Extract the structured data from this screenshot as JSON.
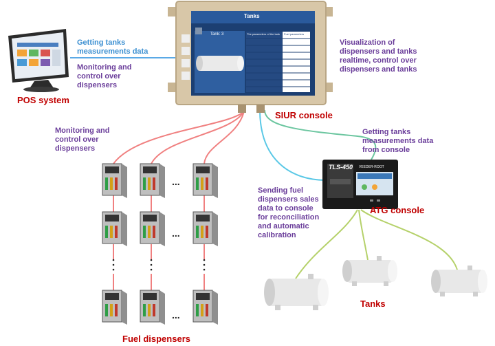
{
  "labels": {
    "pos_data": "Getting tanks\nmeasurements data",
    "pos_monitor": "Monitoring and\ncontrol over\ndispensers",
    "pos_system": "POS system",
    "visualization": "Visualization of\ndispensers and tanks\nrealtime, control over\ndispensers and tanks",
    "siur_console": "SIUR console",
    "monitor_dispensers": "Monitoring and\ncontrol over\ndispensers",
    "atg_getting": "Getting tanks\nmeasurements data\nfrom console",
    "sending_fuel": "Sending fuel\ndispensers sales\ndata to console\nfor reconciliation\nand automatic\ncalibration",
    "atg_console": "ATG console",
    "tanks": "Tanks",
    "fuel_dispensers": "Fuel dispensers"
  },
  "siur_screen": {
    "title": "Tanks",
    "tank_label": "Tank: 3",
    "params_header": "The parameters of the tank",
    "fuel_header": "Fuel parameters"
  },
  "atg": {
    "model": "TLS-450",
    "brand": "VEEDER-ROOT"
  },
  "colors": {
    "purple_text": "#6a3d9a",
    "red_text": "#c00000",
    "blue_line": "#5aa9e6",
    "red_line": "#f08080",
    "green_line": "#6cc6a0",
    "yellowgreen_line": "#b5d16a",
    "console_housing": "#d8c7a8",
    "screen_blue": "#1c3f72"
  },
  "ellipsis": "..."
}
